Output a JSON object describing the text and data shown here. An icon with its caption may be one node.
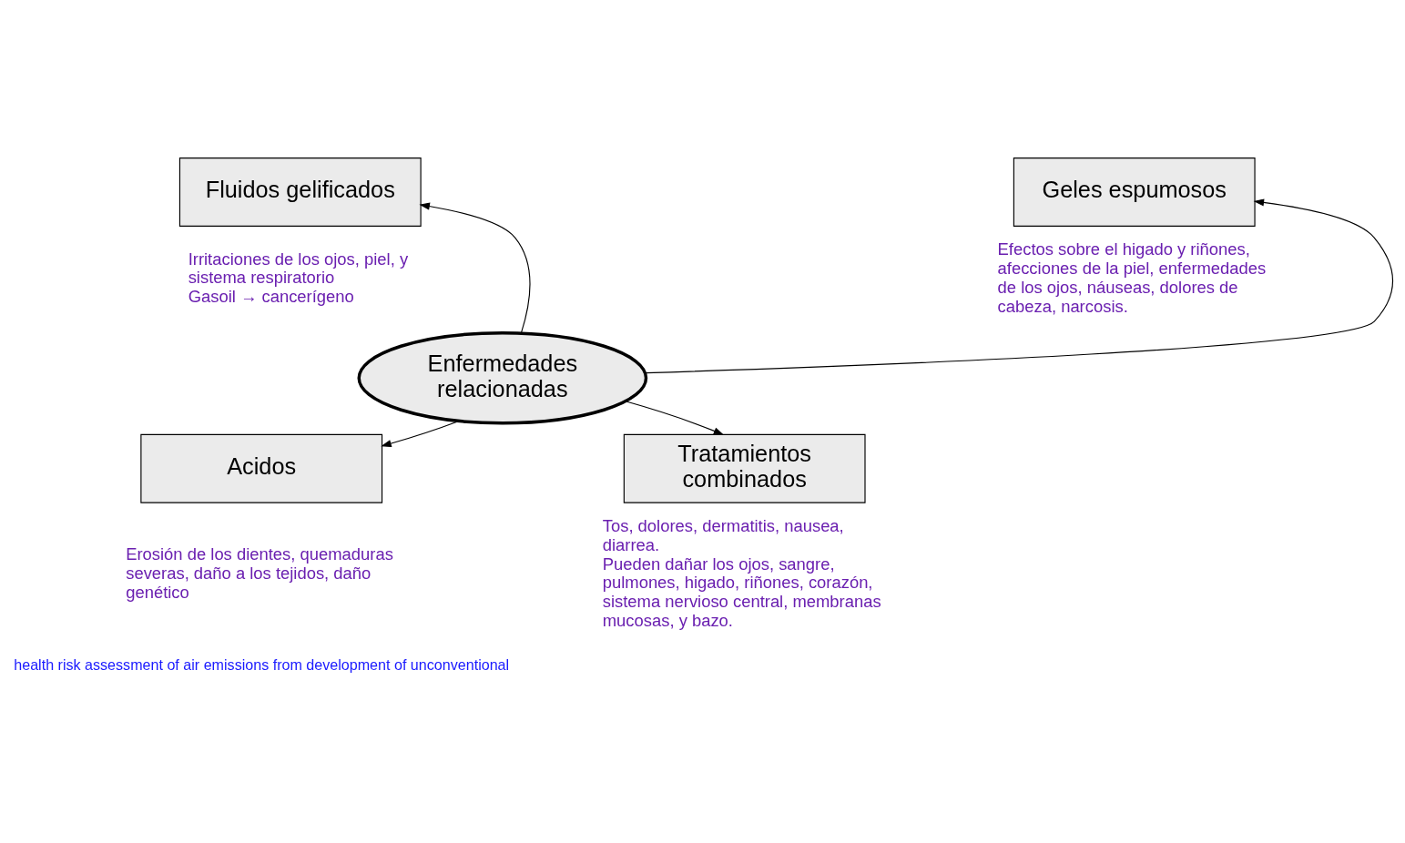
{
  "diagram": {
    "nodes": [
      {
        "text": [
          "Fluidos gelificados"
        ],
        "beside": [
          "Irritaciones de los ojos, piel, y sistema respiratorio",
          "Gasoil → cancerígeno"
        ]
      },
      {
        "text": [
          "Geles espumosos"
        ],
        "beside": [
          "Efectos sobre el higado y riñones, afecciones de la piel, enfermedades de los ojos, náuseas, dolores de cabeza, narcosis."
        ]
      },
      {
        "text": [
          "Enfermedades relacionadas"
        ]
      },
      {
        "text": [
          "Acidos"
        ],
        "beside": [
          "Erosión de los dientes, quemaduras severas, daño a los tejidos, daño genético"
        ]
      },
      {
        "text": [
          "Tratamientos combinados"
        ],
        "beside": [
          "Tos, dolores, dermatitis, nausea, diarrea.",
          "Pueden dañar los ojos, sangre, pulmones, higado, riñones, corazón, sistema nervioso central, membranas mucosas, y bazo."
        ]
      }
    ],
    "edges": [
      {
        "from": 2,
        "to": 0,
        "arrow": "to"
      },
      {
        "from": 2,
        "to": 1,
        "arrow": "to"
      },
      {
        "from": 2,
        "to": 3,
        "arrow": "to"
      },
      {
        "from": 2,
        "to": 4,
        "arrow": "to"
      }
    ],
    "labels": [
      "health risk assessment of air emissions from development of unconventional"
    ]
  }
}
